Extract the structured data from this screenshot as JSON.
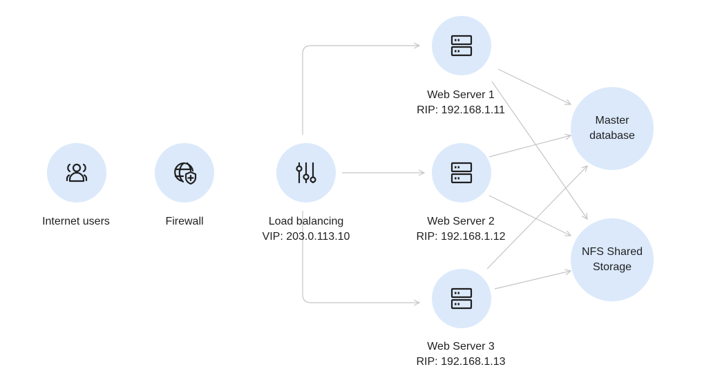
{
  "nodes": {
    "internet_users": {
      "label": "Internet users",
      "icon": "users-icon"
    },
    "firewall": {
      "label": "Firewall",
      "icon": "globe-shield-icon"
    },
    "load_balancer": {
      "label": "Load balancing",
      "detail": "VIP: 203.0.113.10",
      "icon": "sliders-icon"
    },
    "web_server_1": {
      "label": "Web Server 1",
      "detail": "RIP: 192.168.1.11",
      "icon": "server-icon"
    },
    "web_server_2": {
      "label": "Web Server 2",
      "detail": "RIP: 192.168.1.12",
      "icon": "server-icon"
    },
    "web_server_3": {
      "label": "Web Server 3",
      "detail": "RIP: 192.168.1.13",
      "icon": "server-icon"
    },
    "master_database": {
      "label_line1": "Master",
      "label_line2": "database"
    },
    "nfs_storage": {
      "label_line1": "NFS Shared",
      "label_line2": "Storage"
    }
  },
  "edges": [
    {
      "from": "load_balancer",
      "to": "web_server_1"
    },
    {
      "from": "load_balancer",
      "to": "web_server_2"
    },
    {
      "from": "load_balancer",
      "to": "web_server_3"
    },
    {
      "from": "web_server_1",
      "to": "master_database"
    },
    {
      "from": "web_server_1",
      "to": "nfs_storage"
    },
    {
      "from": "web_server_2",
      "to": "master_database"
    },
    {
      "from": "web_server_2",
      "to": "nfs_storage"
    },
    {
      "from": "web_server_3",
      "to": "master_database"
    },
    {
      "from": "web_server_3",
      "to": "nfs_storage"
    }
  ],
  "colors": {
    "node_fill": "#dbe9fb",
    "icon_stroke": "#1f1f1f",
    "connector": "#c4c4c4"
  }
}
